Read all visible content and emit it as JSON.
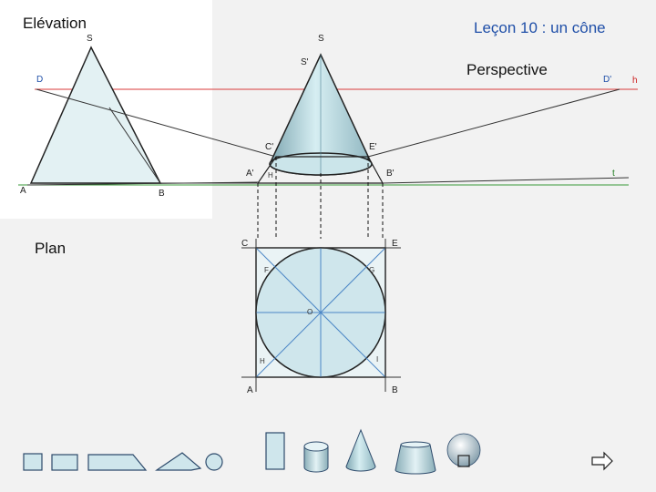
{
  "header": {
    "elevation_title": "Elévation",
    "lesson_title": "Leçon 10 : un cône",
    "perspective_title": "Perspective",
    "plan_title": "Plan"
  },
  "labels": {
    "s_elev": "S",
    "s_persp": "S",
    "s_prime": "S'",
    "d": "D",
    "d_prime": "D'",
    "h": "h",
    "c_prime": "C'",
    "e_prime": "E'",
    "a_prime": "A'",
    "h_prime": "H",
    "b_prime": "B'",
    "t": "t",
    "a_elev": "A",
    "b_elev": "B",
    "c_plan": "C",
    "e_plan": "E",
    "f_plan": "F",
    "g_plan": "G",
    "o_plan": "O",
    "h_plan": "H",
    "i_plan": "I",
    "a_plan": "A",
    "b_plan": "B"
  },
  "shapes_toolbar": {
    "items": [
      "cube",
      "rectangular-prism",
      "trapezoid-prism",
      "triangular-prism",
      "sphere",
      "tall-prism",
      "cylinder",
      "cone",
      "truncated-cone",
      "sphere-small"
    ],
    "next_label": "next"
  },
  "colors": {
    "horizon_line": "#d83a3a",
    "ground_line": "#3a9a3a",
    "cone_fill": "#a9cfd6",
    "shape_fill": "#cfe6ec",
    "shape_stroke": "#2d4a6b"
  }
}
